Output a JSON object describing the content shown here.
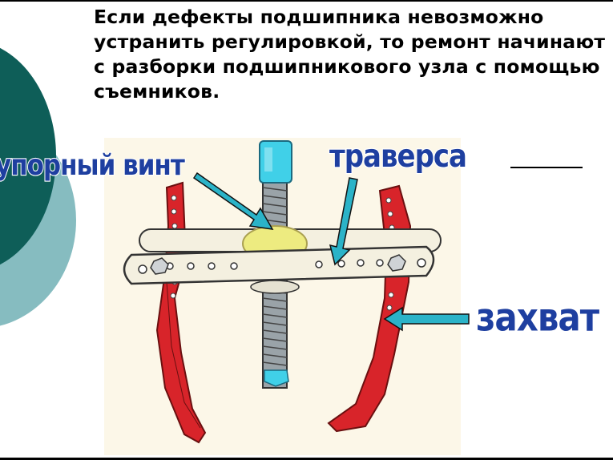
{
  "slide": {
    "heading": "Если дефекты подшипника невозможно устранить регулировкой, то ремонт начинают с разборки подшипникового узла с помощью съемников.",
    "labels": {
      "stop_screw": "упорный винт",
      "traverse": "траверса",
      "grip": "захват"
    }
  },
  "colors": {
    "label_blue": "#1E3FA0",
    "arrow_teal": "#2BB3C8",
    "leg_red": "#D8242A",
    "screw_cyan": "#40D0E8",
    "washer_yellow": "#EDEB80",
    "circle_dark": "#0E5E58",
    "circle_light": "#86BCC0"
  }
}
